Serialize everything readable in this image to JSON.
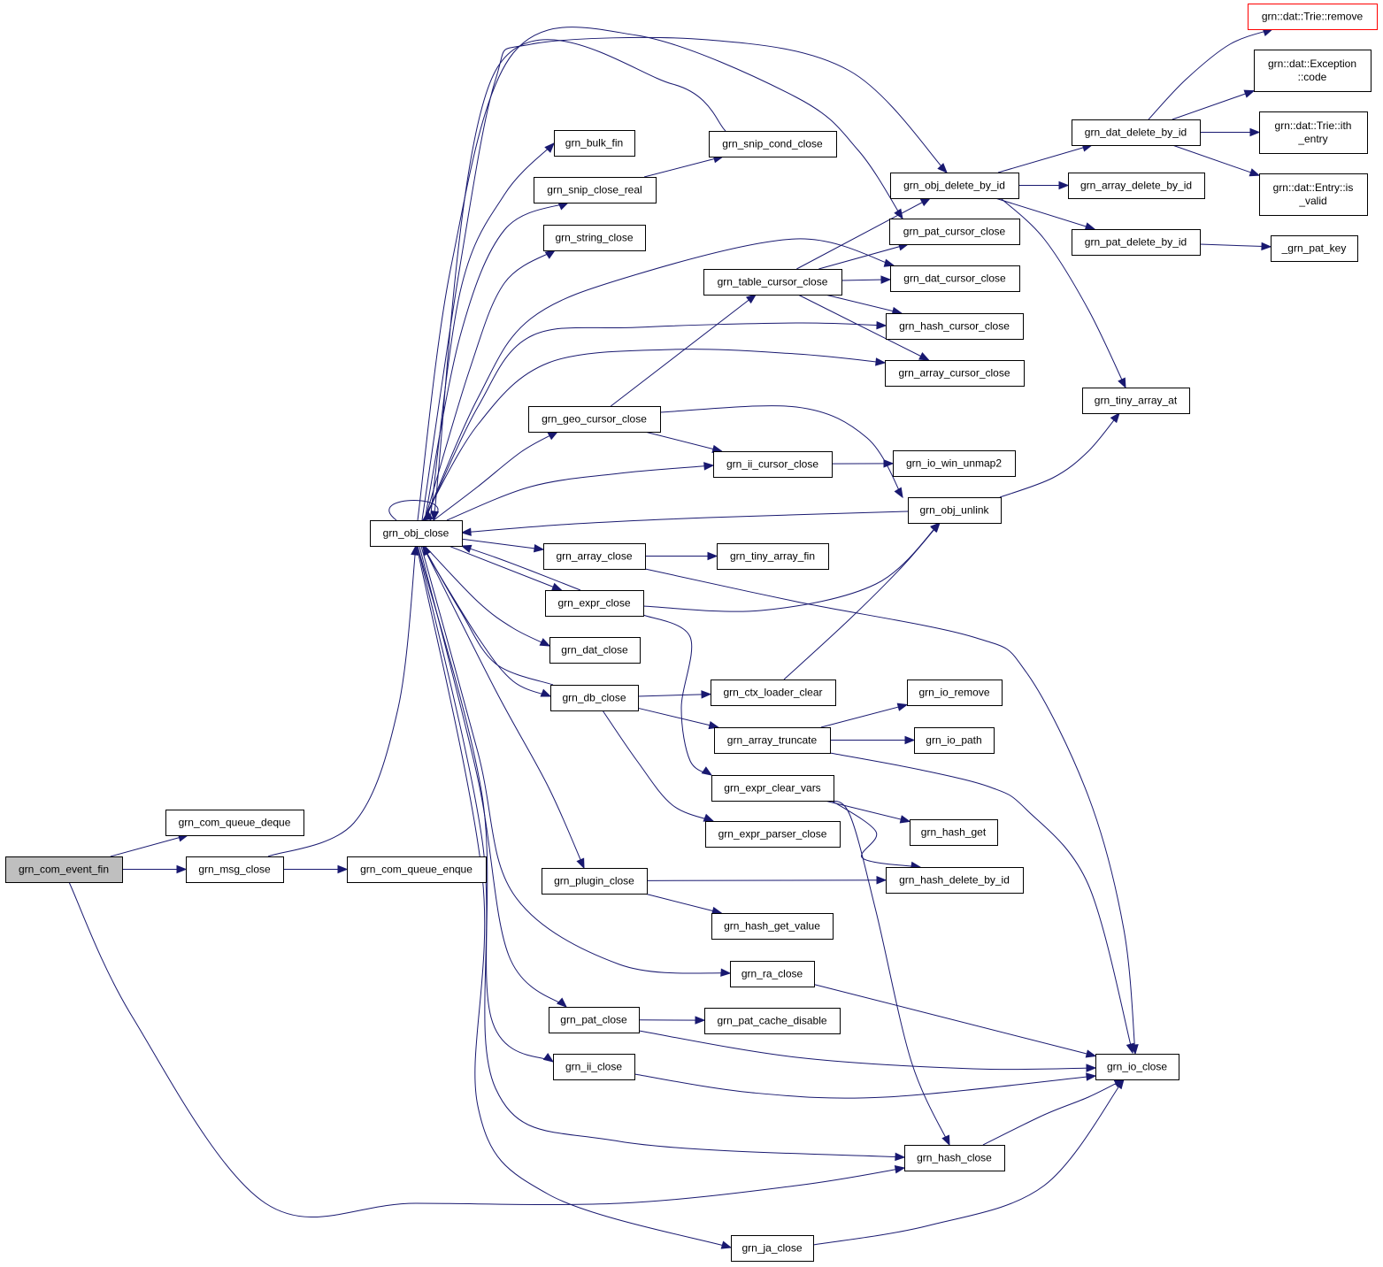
{
  "colors": {
    "edge": "#191970",
    "root_fill": "#bfbfbf",
    "truncated_border": "#ff0000"
  },
  "nodes": [
    {
      "id": "grn_com_event_fin",
      "lines": [
        "grn_com_event_fin"
      ],
      "root": true
    },
    {
      "id": "grn_com_queue_deque",
      "lines": [
        "grn_com_queue_deque"
      ]
    },
    {
      "id": "grn_msg_close",
      "lines": [
        "grn_msg_close"
      ]
    },
    {
      "id": "grn_com_queue_enque",
      "lines": [
        "grn_com_queue_enque"
      ]
    },
    {
      "id": "grn_obj_close",
      "lines": [
        "grn_obj_close"
      ]
    },
    {
      "id": "grn_bulk_fin",
      "lines": [
        "grn_bulk_fin"
      ]
    },
    {
      "id": "grn_snip_close_real",
      "lines": [
        "grn_snip_close_real"
      ]
    },
    {
      "id": "grn_snip_cond_close",
      "lines": [
        "grn_snip_cond_close"
      ]
    },
    {
      "id": "grn_string_close",
      "lines": [
        "grn_string_close"
      ]
    },
    {
      "id": "grn_table_cursor_close",
      "lines": [
        "grn_table_cursor_close"
      ]
    },
    {
      "id": "grn_geo_cursor_close",
      "lines": [
        "grn_geo_cursor_close"
      ]
    },
    {
      "id": "grn_ii_cursor_close",
      "lines": [
        "grn_ii_cursor_close"
      ]
    },
    {
      "id": "grn_array_close",
      "lines": [
        "grn_array_close"
      ]
    },
    {
      "id": "grn_tiny_array_fin",
      "lines": [
        "grn_tiny_array_fin"
      ]
    },
    {
      "id": "grn_expr_close",
      "lines": [
        "grn_expr_close"
      ]
    },
    {
      "id": "grn_dat_close",
      "lines": [
        "grn_dat_close"
      ]
    },
    {
      "id": "grn_db_close",
      "lines": [
        "grn_db_close"
      ]
    },
    {
      "id": "grn_ctx_loader_clear",
      "lines": [
        "grn_ctx_loader_clear"
      ]
    },
    {
      "id": "grn_array_truncate",
      "lines": [
        "grn_array_truncate"
      ]
    },
    {
      "id": "grn_expr_clear_vars",
      "lines": [
        "grn_expr_clear_vars"
      ]
    },
    {
      "id": "grn_expr_parser_close",
      "lines": [
        "grn_expr_parser_close"
      ]
    },
    {
      "id": "grn_plugin_close",
      "lines": [
        "grn_plugin_close"
      ]
    },
    {
      "id": "grn_hash_get_value",
      "lines": [
        "grn_hash_get_value"
      ]
    },
    {
      "id": "grn_ra_close",
      "lines": [
        "grn_ra_close"
      ]
    },
    {
      "id": "grn_pat_close",
      "lines": [
        "grn_pat_close"
      ]
    },
    {
      "id": "grn_pat_cache_disable",
      "lines": [
        "grn_pat_cache_disable"
      ]
    },
    {
      "id": "grn_ii_close",
      "lines": [
        "grn_ii_close"
      ]
    },
    {
      "id": "grn_ja_close",
      "lines": [
        "grn_ja_close"
      ]
    },
    {
      "id": "grn_obj_delete_by_id",
      "lines": [
        "grn_obj_delete_by_id"
      ]
    },
    {
      "id": "grn_pat_cursor_close",
      "lines": [
        "grn_pat_cursor_close"
      ]
    },
    {
      "id": "grn_dat_cursor_close",
      "lines": [
        "grn_dat_cursor_close"
      ]
    },
    {
      "id": "grn_hash_cursor_close",
      "lines": [
        "grn_hash_cursor_close"
      ]
    },
    {
      "id": "grn_array_cursor_close",
      "lines": [
        "grn_array_cursor_close"
      ]
    },
    {
      "id": "grn_io_win_unmap2",
      "lines": [
        "grn_io_win_unmap2"
      ]
    },
    {
      "id": "grn_obj_unlink",
      "lines": [
        "grn_obj_unlink"
      ]
    },
    {
      "id": "grn_io_remove",
      "lines": [
        "grn_io_remove"
      ]
    },
    {
      "id": "grn_io_path",
      "lines": [
        "grn_io_path"
      ]
    },
    {
      "id": "grn_hash_get",
      "lines": [
        "grn_hash_get"
      ]
    },
    {
      "id": "grn_hash_delete_by_id",
      "lines": [
        "grn_hash_delete_by_id"
      ]
    },
    {
      "id": "grn_hash_close",
      "lines": [
        "grn_hash_close"
      ]
    },
    {
      "id": "grn_io_close",
      "lines": [
        "grn_io_close"
      ]
    },
    {
      "id": "grn_dat_delete_by_id",
      "lines": [
        "grn_dat_delete_by_id"
      ]
    },
    {
      "id": "grn_array_delete_by_id",
      "lines": [
        "grn_array_delete_by_id"
      ]
    },
    {
      "id": "grn_pat_delete_by_id",
      "lines": [
        "grn_pat_delete_by_id"
      ]
    },
    {
      "id": "grn_tiny_array_at",
      "lines": [
        "grn_tiny_array_at"
      ]
    },
    {
      "id": "_grn_pat_key",
      "lines": [
        "_grn_pat_key"
      ]
    },
    {
      "id": "grn::dat::Trie::remove",
      "lines": [
        "grn::dat::Trie::remove"
      ],
      "truncated": true
    },
    {
      "id": "grn::dat::Exception::code",
      "lines": [
        "grn::dat::Exception",
        "::code"
      ]
    },
    {
      "id": "grn::dat::Trie::ith_entry",
      "lines": [
        "grn::dat::Trie::ith",
        "_entry"
      ]
    },
    {
      "id": "grn::dat::Entry::is_valid",
      "lines": [
        "grn::dat::Entry::is",
        "_valid"
      ]
    }
  ],
  "edges": [
    [
      "grn_com_event_fin",
      "grn_com_queue_deque"
    ],
    [
      "grn_com_event_fin",
      "grn_msg_close"
    ],
    [
      "grn_com_event_fin",
      "grn_hash_close"
    ],
    [
      "grn_msg_close",
      "grn_com_queue_enque"
    ],
    [
      "grn_msg_close",
      "grn_obj_close"
    ],
    [
      "grn_obj_close",
      "grn_obj_close"
    ],
    [
      "grn_obj_close",
      "grn_bulk_fin"
    ],
    [
      "grn_obj_close",
      "grn_snip_close_real"
    ],
    [
      "grn_obj_close",
      "grn_string_close"
    ],
    [
      "grn_obj_close",
      "grn_obj_delete_by_id"
    ],
    [
      "grn_obj_close",
      "grn_pat_cursor_close"
    ],
    [
      "grn_obj_close",
      "grn_dat_cursor_close"
    ],
    [
      "grn_obj_close",
      "grn_hash_cursor_close"
    ],
    [
      "grn_obj_close",
      "grn_array_cursor_close"
    ],
    [
      "grn_obj_close",
      "grn_geo_cursor_close"
    ],
    [
      "grn_obj_close",
      "grn_ii_cursor_close"
    ],
    [
      "grn_obj_close",
      "grn_array_close"
    ],
    [
      "grn_obj_close",
      "grn_expr_close"
    ],
    [
      "grn_obj_close",
      "grn_dat_close"
    ],
    [
      "grn_obj_close",
      "grn_db_close"
    ],
    [
      "grn_obj_close",
      "grn_plugin_close"
    ],
    [
      "grn_obj_close",
      "grn_ra_close"
    ],
    [
      "grn_obj_close",
      "grn_pat_close"
    ],
    [
      "grn_obj_close",
      "grn_ii_close"
    ],
    [
      "grn_obj_close",
      "grn_hash_close"
    ],
    [
      "grn_obj_close",
      "grn_ja_close"
    ],
    [
      "grn_snip_close_real",
      "grn_snip_cond_close"
    ],
    [
      "grn_snip_cond_close",
      "grn_obj_close"
    ],
    [
      "grn_table_cursor_close",
      "grn_obj_delete_by_id"
    ],
    [
      "grn_table_cursor_close",
      "grn_pat_cursor_close"
    ],
    [
      "grn_table_cursor_close",
      "grn_dat_cursor_close"
    ],
    [
      "grn_table_cursor_close",
      "grn_hash_cursor_close"
    ],
    [
      "grn_table_cursor_close",
      "grn_array_cursor_close"
    ],
    [
      "grn_geo_cursor_close",
      "grn_table_cursor_close"
    ],
    [
      "grn_geo_cursor_close",
      "grn_ii_cursor_close"
    ],
    [
      "grn_geo_cursor_close",
      "grn_obj_unlink"
    ],
    [
      "grn_ii_cursor_close",
      "grn_io_win_unmap2"
    ],
    [
      "grn_obj_unlink",
      "grn_obj_close"
    ],
    [
      "grn_obj_unlink",
      "grn_tiny_array_at"
    ],
    [
      "grn_array_close",
      "grn_tiny_array_fin"
    ],
    [
      "grn_array_close",
      "grn_io_close"
    ],
    [
      "grn_expr_close",
      "grn_obj_close"
    ],
    [
      "grn_expr_close",
      "grn_obj_unlink"
    ],
    [
      "grn_expr_close",
      "grn_expr_clear_vars"
    ],
    [
      "grn_db_close",
      "grn_obj_close"
    ],
    [
      "grn_db_close",
      "grn_ctx_loader_clear"
    ],
    [
      "grn_db_close",
      "grn_array_truncate"
    ],
    [
      "grn_db_close",
      "grn_expr_parser_close"
    ],
    [
      "grn_ctx_loader_clear",
      "grn_obj_unlink"
    ],
    [
      "grn_array_truncate",
      "grn_io_remove"
    ],
    [
      "grn_array_truncate",
      "grn_io_path"
    ],
    [
      "grn_array_truncate",
      "grn_io_close"
    ],
    [
      "grn_expr_clear_vars",
      "grn_hash_get"
    ],
    [
      "grn_expr_clear_vars",
      "grn_hash_delete_by_id"
    ],
    [
      "grn_expr_clear_vars",
      "grn_hash_close"
    ],
    [
      "grn_plugin_close",
      "grn_hash_delete_by_id"
    ],
    [
      "grn_plugin_close",
      "grn_hash_get_value"
    ],
    [
      "grn_ra_close",
      "grn_io_close"
    ],
    [
      "grn_pat_close",
      "grn_pat_cache_disable"
    ],
    [
      "grn_pat_close",
      "grn_io_close"
    ],
    [
      "grn_ii_close",
      "grn_io_close"
    ],
    [
      "grn_hash_close",
      "grn_io_close"
    ],
    [
      "grn_ja_close",
      "grn_io_close"
    ],
    [
      "grn_obj_delete_by_id",
      "grn_dat_delete_by_id"
    ],
    [
      "grn_obj_delete_by_id",
      "grn_array_delete_by_id"
    ],
    [
      "grn_obj_delete_by_id",
      "grn_pat_delete_by_id"
    ],
    [
      "grn_obj_delete_by_id",
      "grn_tiny_array_at"
    ],
    [
      "grn_dat_delete_by_id",
      "grn::dat::Trie::remove"
    ],
    [
      "grn_dat_delete_by_id",
      "grn::dat::Exception::code"
    ],
    [
      "grn_dat_delete_by_id",
      "grn::dat::Trie::ith_entry"
    ],
    [
      "grn_dat_delete_by_id",
      "grn::dat::Entry::is_valid"
    ],
    [
      "grn_pat_delete_by_id",
      "_grn_pat_key"
    ]
  ]
}
